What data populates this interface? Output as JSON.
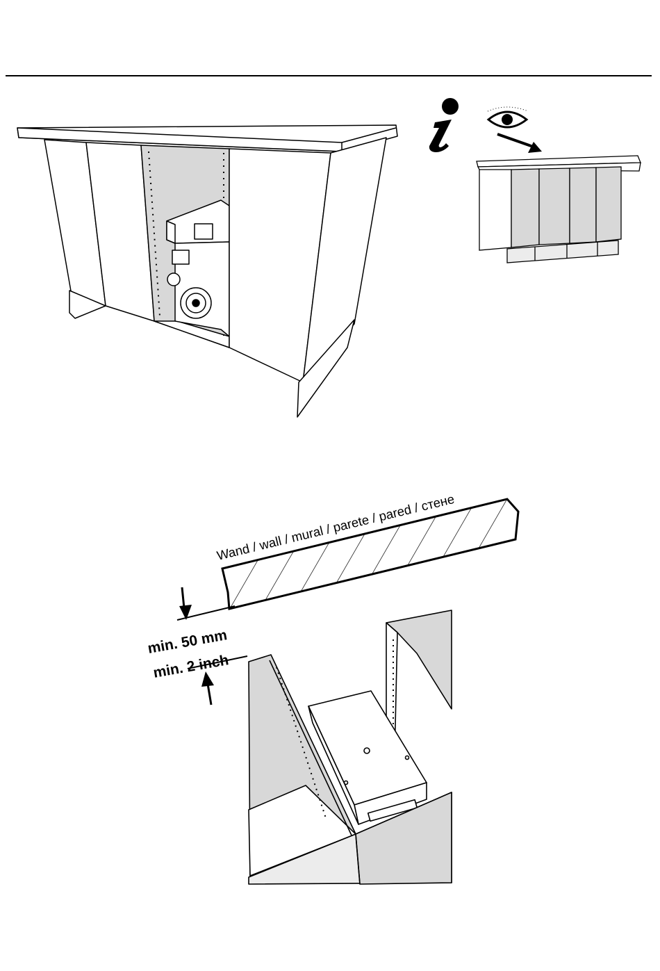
{
  "wall_label": "Wand / wall / mural / parete / pared / стене",
  "clearance": {
    "metric": "min. 50 mm",
    "imperial": "min. 2 inch"
  },
  "icons": {
    "info": "info-icon",
    "eye": "eye-icon",
    "arrow": "view-arrow-icon"
  },
  "colors": {
    "line": "#000000",
    "panel_gray": "#d8d8d8",
    "light_gray": "#ececec",
    "white": "#ffffff"
  }
}
